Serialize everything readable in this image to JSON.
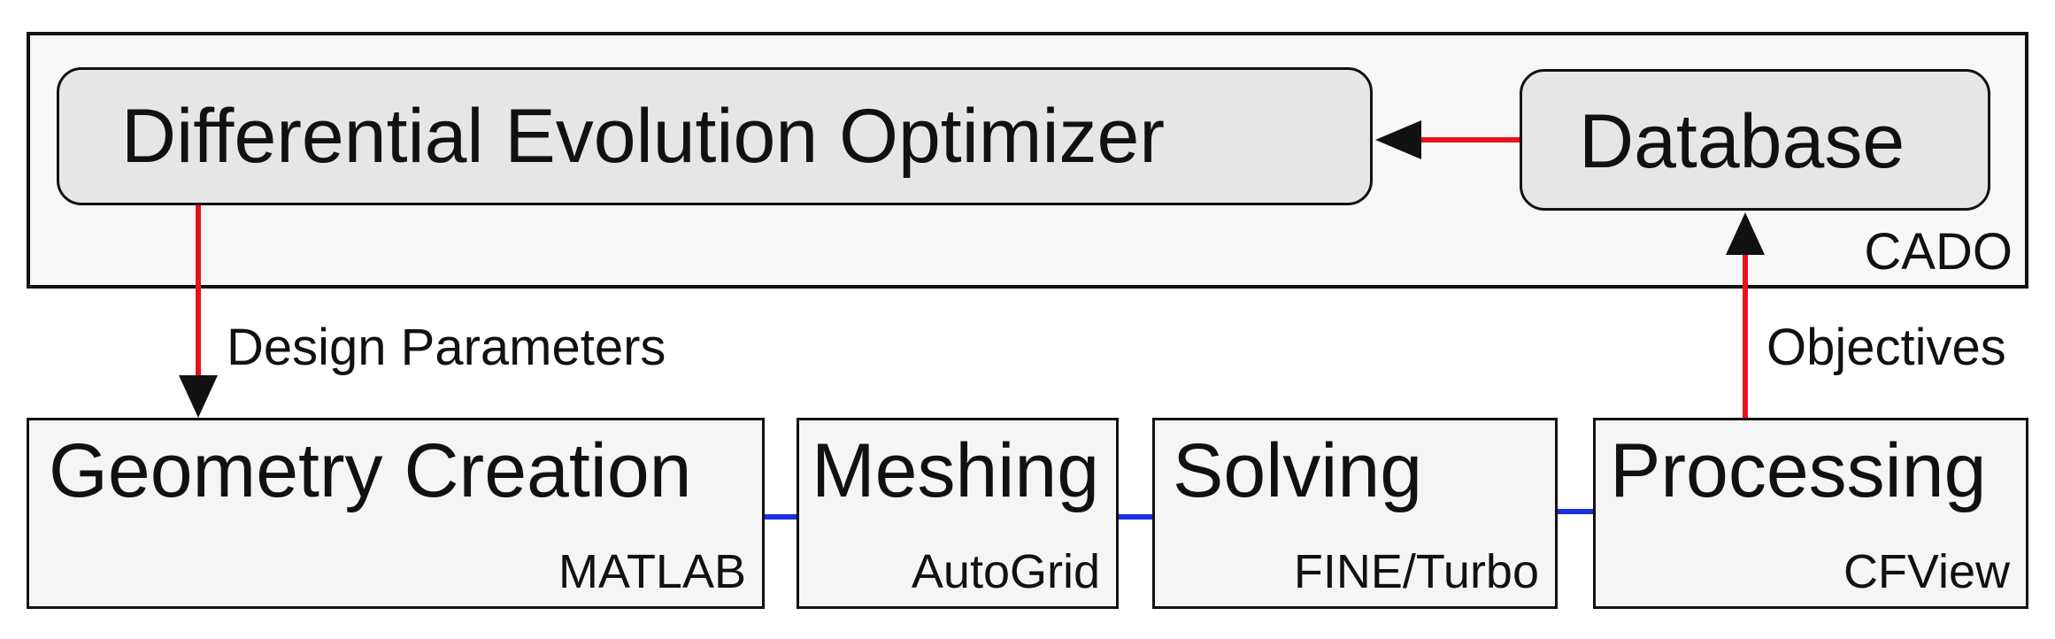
{
  "cado": {
    "label": "CADO",
    "optimizer_label": "Differential Evolution Optimizer",
    "database_label": "Database"
  },
  "flow": {
    "design_parameters_label": "Design Parameters",
    "objectives_label": "Objectives"
  },
  "stages": [
    {
      "title": "Geometry Creation",
      "tool": "MATLAB"
    },
    {
      "title": "Meshing",
      "tool": "AutoGrid"
    },
    {
      "title": "Solving",
      "tool": "FINE/Turbo"
    },
    {
      "title": "Processing",
      "tool": "CFView"
    }
  ],
  "colors": {
    "arrow": "#e8141c",
    "connector": "#1a2fe0",
    "box_fill": "#e6e6e6",
    "container_fill": "#f7f7f7",
    "stroke": "#111111"
  }
}
